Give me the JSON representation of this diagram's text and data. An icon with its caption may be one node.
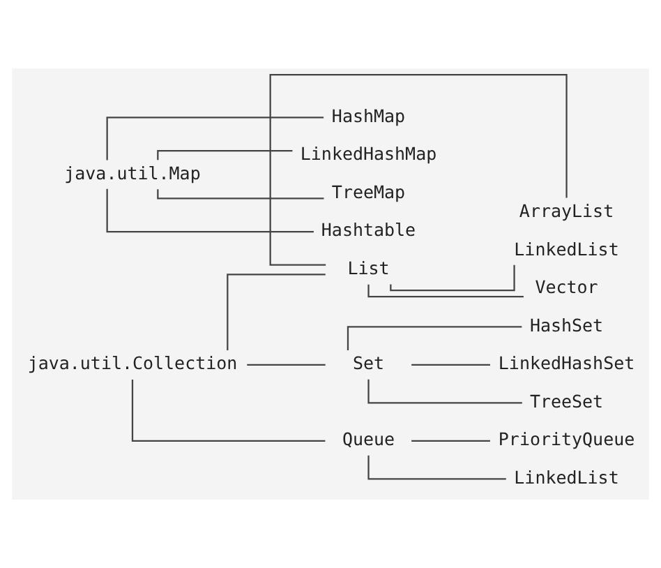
{
  "diagram": {
    "nodes": [
      {
        "text": [
          "java.util.Collection"
        ]
      },
      {
        "text": [
          "List"
        ]
      },
      {
        "text": [
          "ArrayList"
        ]
      },
      {
        "text": [
          "LinkedList"
        ]
      },
      {
        "text": [
          "Vector"
        ]
      },
      {
        "text": [
          "Set"
        ]
      },
      {
        "text": [
          "HashSet"
        ]
      },
      {
        "text": [
          "LinkedHashSet"
        ]
      },
      {
        "text": [
          "TreeSet"
        ]
      },
      {
        "text": [
          "Queue"
        ]
      },
      {
        "text": [
          "PriorityQueue"
        ]
      },
      {
        "text": [
          "LinkedList"
        ]
      },
      {
        "text": [
          "java.util.Map"
        ]
      },
      {
        "text": [
          "HashMap"
        ]
      },
      {
        "text": [
          "LinkedHashMap"
        ]
      },
      {
        "text": [
          "TreeMap"
        ]
      },
      {
        "text": [
          "Hashtable"
        ]
      }
    ],
    "edges": [
      {
        "from": 0,
        "to": 1,
        "arrow": "none"
      },
      {
        "from": 1,
        "to": 2,
        "arrow": "none"
      },
      {
        "from": 1,
        "to": 3,
        "arrow": "none"
      },
      {
        "from": 1,
        "to": 4,
        "arrow": "none"
      },
      {
        "from": 0,
        "to": 5,
        "arrow": "none"
      },
      {
        "from": 5,
        "to": 6,
        "arrow": "none"
      },
      {
        "from": 5,
        "to": 7,
        "arrow": "none"
      },
      {
        "from": 5,
        "to": 8,
        "arrow": "none"
      },
      {
        "from": 0,
        "to": 9,
        "arrow": "none"
      },
      {
        "from": 9,
        "to": 10,
        "arrow": "none"
      },
      {
        "from": 9,
        "to": 11,
        "arrow": "none"
      },
      {
        "from": 12,
        "to": 13,
        "arrow": "none"
      },
      {
        "from": 12,
        "to": 14,
        "arrow": "none"
      },
      {
        "from": 12,
        "to": 15,
        "arrow": "none"
      },
      {
        "from": 12,
        "to": 16,
        "arrow": "none"
      }
    ]
  }
}
